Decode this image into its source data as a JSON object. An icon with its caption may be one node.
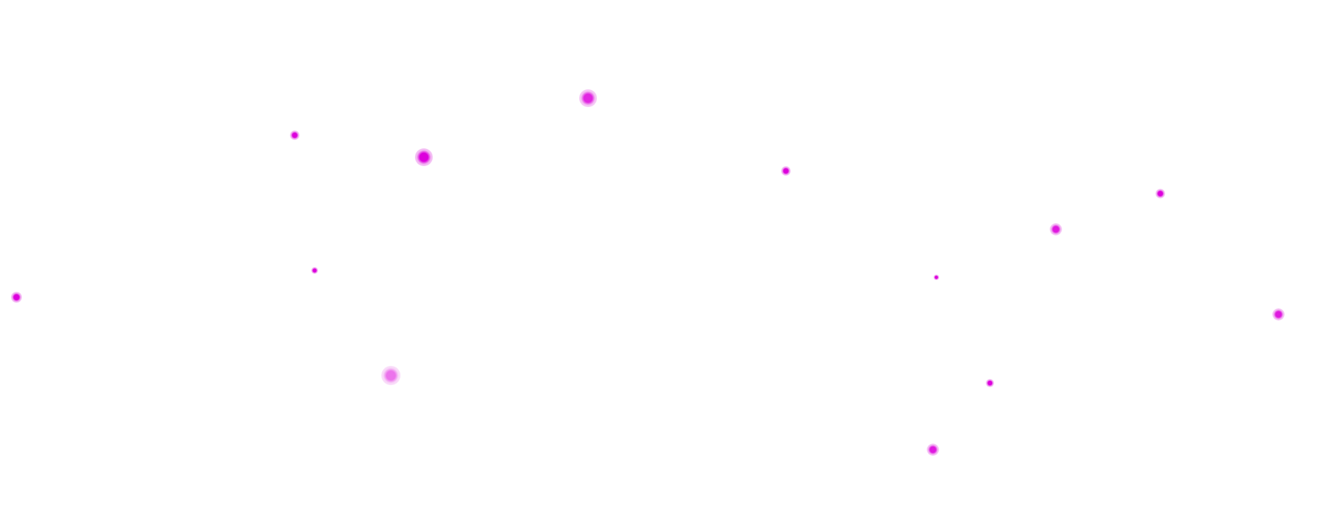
{
  "diagram": {
    "nodes": [
      {
        "text": [],
        "shape": "circle"
      },
      {
        "text": [],
        "shape": "circle"
      },
      {
        "text": [],
        "shape": "circle"
      },
      {
        "text": [],
        "shape": "circle"
      },
      {
        "text": [],
        "shape": "circle"
      },
      {
        "text": [],
        "shape": "circle"
      },
      {
        "text": [],
        "shape": "circle"
      },
      {
        "text": [],
        "shape": "circle"
      },
      {
        "text": [],
        "shape": "circle"
      },
      {
        "text": [],
        "shape": "circle"
      },
      {
        "text": [],
        "shape": "circle"
      },
      {
        "text": [],
        "shape": "circle"
      },
      {
        "text": [],
        "shape": "circle"
      }
    ]
  }
}
